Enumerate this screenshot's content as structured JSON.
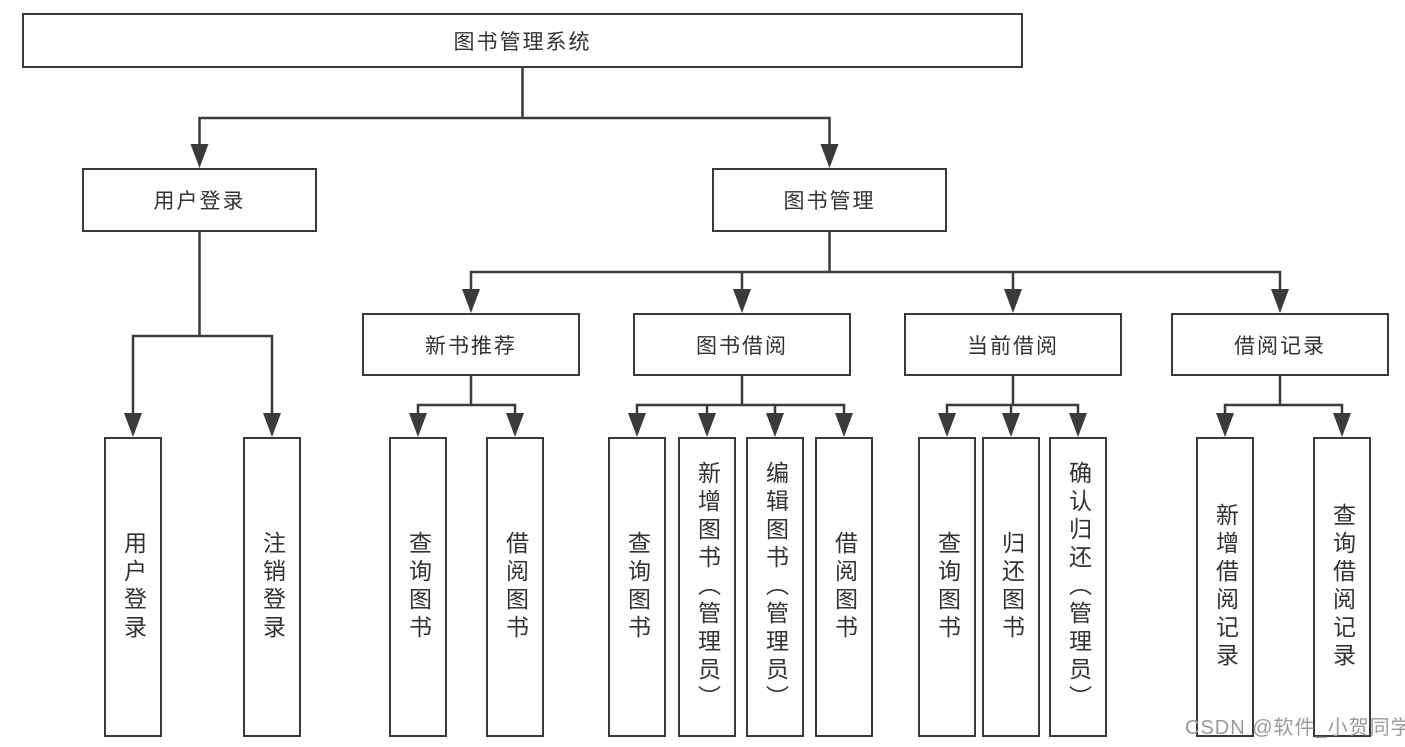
{
  "colors": {
    "line": "#3a3a3a",
    "text": "#333333",
    "box_background": "#ffffff",
    "page_background": "#ffffff",
    "watermark": "#9b9b9b"
  },
  "diagram": {
    "root": {
      "label": "图书管理系统"
    },
    "level2": [
      {
        "label": "用户登录"
      },
      {
        "label": "图书管理"
      }
    ],
    "level3": [
      {
        "label": "新书推荐"
      },
      {
        "label": "图书借阅"
      },
      {
        "label": "当前借阅"
      },
      {
        "label": "借阅记录"
      }
    ],
    "leaves": [
      {
        "label": "用户登录"
      },
      {
        "label": "注销登录"
      },
      {
        "label": "查询图书"
      },
      {
        "label": "借阅图书"
      },
      {
        "label": "查询图书"
      },
      {
        "label": "新增图书（管理员）"
      },
      {
        "label": "编辑图书（管理员）"
      },
      {
        "label": "借阅图书"
      },
      {
        "label": "查询图书"
      },
      {
        "label": "归还图书"
      },
      {
        "label": "确认归还（管理员）"
      },
      {
        "label": "新增借阅记录"
      },
      {
        "label": "查询借阅记录"
      }
    ]
  },
  "watermark": {
    "text": "CSDN @软件_小贺同学"
  }
}
